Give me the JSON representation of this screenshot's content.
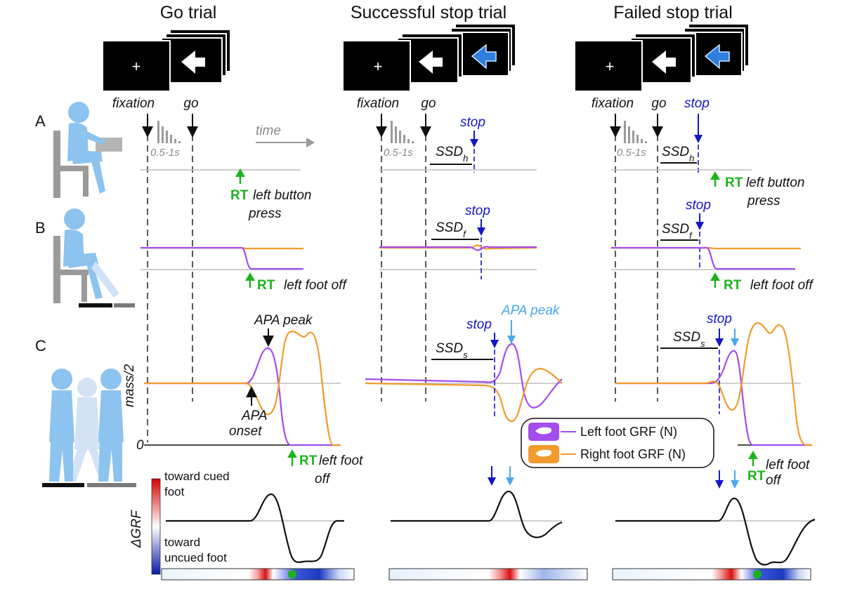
{
  "titles": {
    "go": "Go trial",
    "success": "Successful stop trial",
    "failed": "Failed stop trial"
  },
  "panels": {
    "a": "A",
    "b": "B",
    "c": "C"
  },
  "events": {
    "fixation": "fixation",
    "go": "go",
    "stop": "stop",
    "time": "time",
    "interval": "0.5-1s"
  },
  "ssd": {
    "base": "SSD",
    "hand": "h",
    "foot": "f",
    "step": "s"
  },
  "rt": "RT",
  "responses": {
    "button_press_1": "left button",
    "button_press_2": "press",
    "foot_off": "left foot off",
    "foot_off_1": "left foot",
    "foot_off_2": "off"
  },
  "apa": {
    "peak": "APA peak",
    "onset_1": "APA",
    "onset_2": "onset"
  },
  "axes": {
    "mass": "mass/2",
    "zero": "0",
    "dgrf": "ΔGRF"
  },
  "colorbar": {
    "top_1": "toward cued",
    "top_2": "foot",
    "bottom_1": "toward",
    "bottom_2": "uncued foot"
  },
  "legend": {
    "left": "Left foot GRF (N)",
    "right": "Right foot GRF (N)"
  },
  "colors": {
    "left_foot": "#a24dec",
    "right_foot": "#f39a2c",
    "stop": "#1515c8",
    "apa_peak": "#4aa8ee",
    "rt": "#1db31d",
    "figure_blue": "#8cc3ef"
  },
  "icons": [
    "fixation-cross-icon",
    "left-arrow-icon",
    "blue-left-arrow-icon",
    "left-foot-icon",
    "right-foot-icon"
  ]
}
